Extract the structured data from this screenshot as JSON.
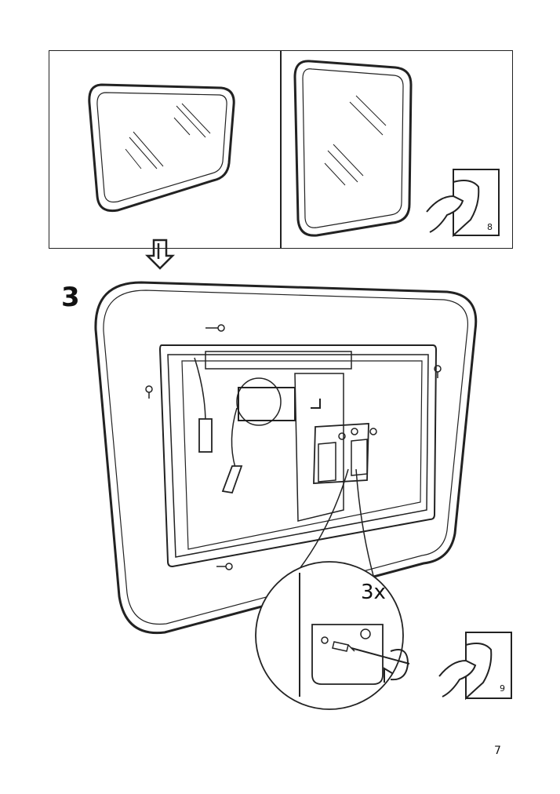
{
  "step": {
    "number": "3"
  },
  "detail": {
    "count": "3x"
  },
  "page_refs": {
    "first": "8",
    "second": "9"
  },
  "page": {
    "number": "7"
  },
  "icons": [
    "down-arrow-icon",
    "page-turn-icon",
    "rotate-arrow-icon",
    "screw-icon",
    "keyhole-icon"
  ]
}
